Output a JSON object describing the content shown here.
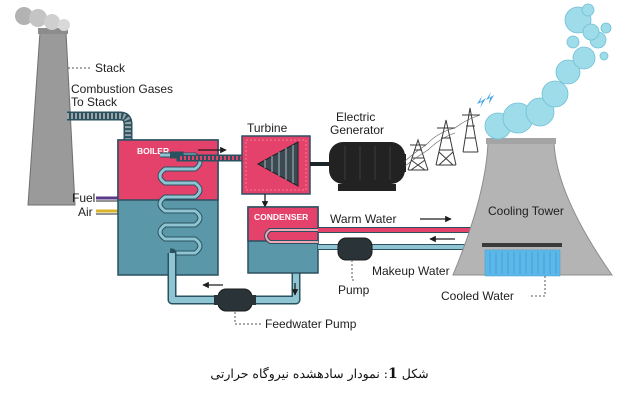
{
  "labels": {
    "stack": "Stack",
    "combustion_line1": "Combustion Gases",
    "combustion_line2": "To Stack",
    "turbine": "Turbine",
    "generator_line1": "Electric",
    "generator_line2": "Generator",
    "boiler": "BOILER",
    "condenser": "CONDENSER",
    "fuel": "Fuel",
    "air": "Air",
    "warm_water": "Warm Water",
    "cooling_tower": "Cooling Tower",
    "makeup_water": "Makeup Water",
    "pump": "Pump",
    "cooled_water": "Cooled Water",
    "feedwater_pump": "Feedwater Pump"
  },
  "caption": {
    "prefix": "شکل",
    "number": "1",
    "text": ": نمودار سادهشده نیروگاه حرارتی"
  },
  "colors": {
    "boiler_top": "#e4426a",
    "boiler_bottom": "#5a97a8",
    "pipe_fill": "#8fc5d2",
    "pipe_outline": "#2a5160",
    "stack": "#9a9a9a",
    "tower": "#b4b4b4",
    "steam": "#9fdcea",
    "generator": "#222222",
    "warm_pipe": "#e4426a",
    "cooled_water": "#5db7e8",
    "fuel_line": "#5a3a8a",
    "air_line": "#d8b42a"
  }
}
